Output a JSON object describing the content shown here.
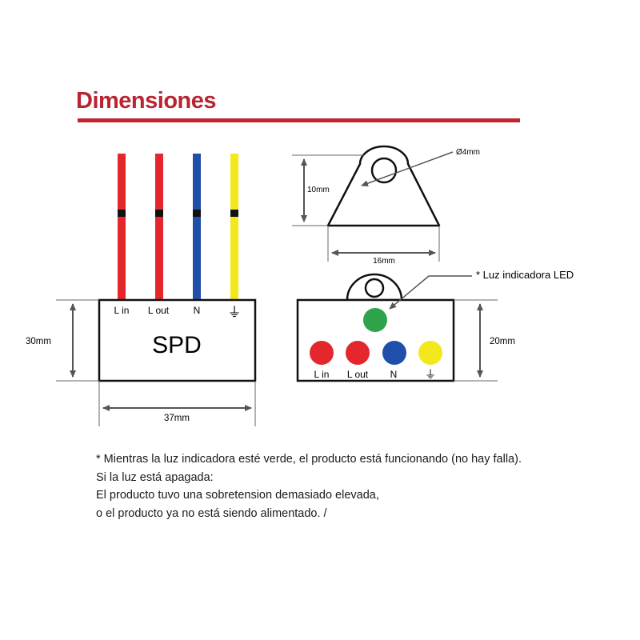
{
  "header": {
    "title": "Dimensiones"
  },
  "front_view": {
    "device_label": "SPD",
    "terminals": [
      "L in",
      "L out",
      "N",
      "⏚"
    ],
    "height_label": "30mm",
    "width_label": "37mm"
  },
  "bracket_view": {
    "height_label": "10mm",
    "width_label": "16mm",
    "hole_label": "Ø4mm"
  },
  "side_view": {
    "led_callout": "* Luz indicadora LED",
    "terminals": [
      "L in",
      "L out",
      "N",
      "⏚"
    ],
    "height_label": "20mm"
  },
  "colors": {
    "red": "#e3272d",
    "blue": "#1f4fa8",
    "yellow": "#f2e81c",
    "green": "#2fa34a",
    "accent": "#c0232e"
  },
  "notes": [
    "* Mientras la luz indicadora esté verde, el producto está funcionando (no hay falla).",
    "Si la luz está apagada:",
    "El producto tuvo una sobretension demasiado elevada,",
    "o el producto ya no está siendo  alimentado. /"
  ]
}
